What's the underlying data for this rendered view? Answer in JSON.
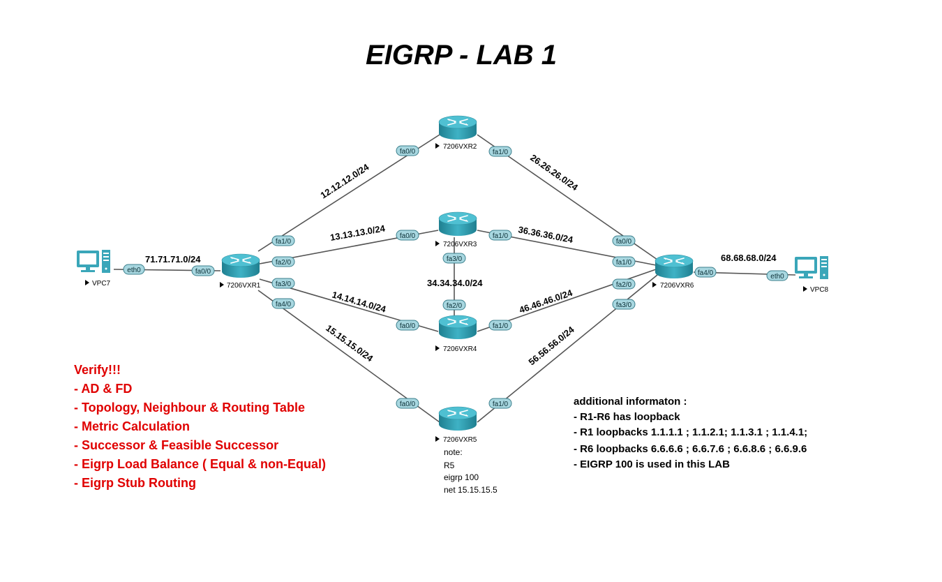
{
  "title": "EIGRP - LAB 1",
  "routers": [
    {
      "id": "r1",
      "label": "7206VXR1"
    },
    {
      "id": "r2",
      "label": "7206VXR2"
    },
    {
      "id": "r3",
      "label": "7206VXR3"
    },
    {
      "id": "r4",
      "label": "7206VXR4"
    },
    {
      "id": "r5",
      "label": "7206VXR5"
    },
    {
      "id": "r6",
      "label": "7206VXR6"
    }
  ],
  "hosts": [
    {
      "id": "vpc7",
      "label": "VPC7"
    },
    {
      "id": "vpc8",
      "label": "VPC8"
    }
  ],
  "links": [
    {
      "id": "vpc7-r1",
      "subnet": "71.71.71.0/24",
      "a_port": "eth0",
      "b_port": "fa0/0"
    },
    {
      "id": "r1-r2",
      "subnet": "12.12.12.0/24",
      "a_port": "fa1/0",
      "b_port": "fa0/0"
    },
    {
      "id": "r1-r3",
      "subnet": "13.13.13.0/24",
      "a_port": "fa2/0",
      "b_port": "fa0/0"
    },
    {
      "id": "r1-r4",
      "subnet": "14.14.14.0/24",
      "a_port": "fa3/0",
      "b_port": "fa0/0"
    },
    {
      "id": "r1-r5",
      "subnet": "15.15.15.0/24",
      "a_port": "fa4/0",
      "b_port": "fa0/0"
    },
    {
      "id": "r2-r6",
      "subnet": "26.26.26.0/24",
      "a_port": "fa1/0",
      "b_port": "fa0/0"
    },
    {
      "id": "r3-r6",
      "subnet": "36.36.36.0/24",
      "a_port": "fa1/0",
      "b_port": "fa1/0"
    },
    {
      "id": "r3-r4",
      "subnet": "34.34.34.0/24",
      "a_port": "fa3/0",
      "b_port": "fa2/0"
    },
    {
      "id": "r4-r6",
      "subnet": "46.46.46.0/24",
      "a_port": "fa1/0",
      "b_port": "fa2/0"
    },
    {
      "id": "r5-r6",
      "subnet": "56.56.56.0/24",
      "a_port": "fa1/0",
      "b_port": "fa3/0"
    },
    {
      "id": "r6-vpc8",
      "subnet": "68.68.68.0/24",
      "a_port": "fa4/0",
      "b_port": "eth0"
    }
  ],
  "note": [
    "note:",
    "R5",
    "eigrp 100",
    "net 15.15.15.5"
  ],
  "verify": [
    "Verify!!!",
    "- AD & FD",
    "- Topology, Neighbour & Routing Table",
    "- Metric Calculation",
    "- Successor & Feasible Successor",
    "- Eigrp Load Balance ( Equal & non-Equal)",
    "- Eigrp Stub Routing"
  ],
  "info": [
    "additional informaton :",
    "- R1-R6 has loopback",
    "- R1 loopbacks 1.1.1.1 ; 1.1.2.1; 1.1.3.1 ; 1.1.4.1;",
    "- R6 loopbacks 6.6.6.6 ; 6.6.7.6 ; 6.6.8.6 ; 6.6.9.6",
    "- EIGRP 100 is used in this LAB"
  ],
  "colors": {
    "verify_text": "#e00000",
    "device": "#3aa6b9",
    "port_fill": "#a8d7e0"
  },
  "icons": {
    "router": "router-icon",
    "host": "computer-icon",
    "status": "play-triangle-icon"
  }
}
